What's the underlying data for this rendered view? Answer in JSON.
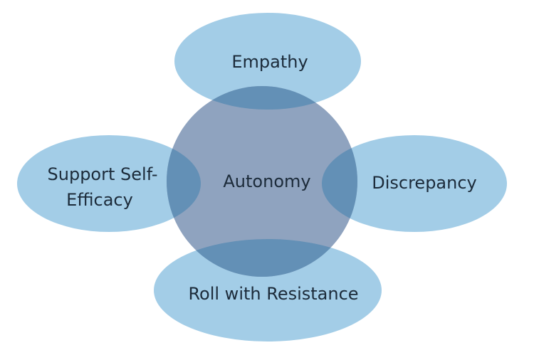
{
  "diagram": {
    "center": {
      "label": "Autonomy"
    },
    "nodes": [
      {
        "id": "top",
        "lines": [
          "Empathy"
        ]
      },
      {
        "id": "left",
        "lines": [
          "Support Self-",
          "Efficacy"
        ]
      },
      {
        "id": "right",
        "lines": [
          "Discrepancy"
        ]
      },
      {
        "id": "bottom",
        "lines": [
          "Roll with Resistance"
        ]
      }
    ]
  },
  "colors": {
    "ellipse_fill": "#a3cde7",
    "center_fill": "#8fa3bf",
    "overlap_fill": "#6390b6",
    "text": "#1c2b3a"
  }
}
